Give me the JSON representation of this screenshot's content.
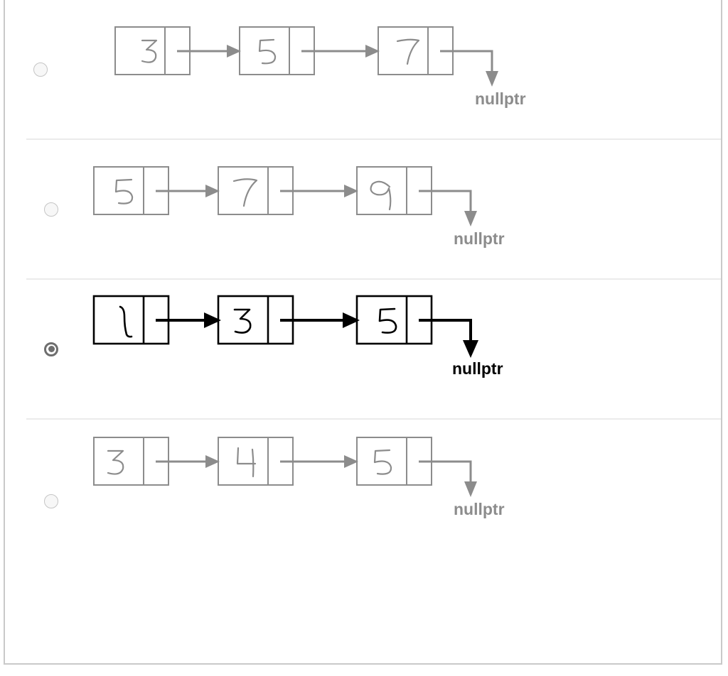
{
  "question": {
    "type": "multiple-choice",
    "selected_index": 2
  },
  "colors": {
    "unselected_stroke": "#8c8c8c",
    "selected_stroke": "#000000",
    "panel_border": "#c9c9c9",
    "row_divider": "#ebebeb",
    "radio_unselected_border": "#c5c5c5",
    "radio_unselected_fill": "#f7f7f7",
    "radio_selected": "#6e6e6e",
    "page_background": "#ffffff"
  },
  "options": [
    {
      "id": "option-a",
      "selected": false,
      "radio_state": "unselected",
      "terminator_label": "nullptr",
      "nodes": [
        {
          "value": "3",
          "glyph": "handwritten-3"
        },
        {
          "value": "5",
          "glyph": "handwritten-5"
        },
        {
          "value": "7",
          "glyph": "handwritten-7"
        }
      ]
    },
    {
      "id": "option-b",
      "selected": false,
      "radio_state": "unselected",
      "terminator_label": "nullptr",
      "nodes": [
        {
          "value": "5",
          "glyph": "handwritten-5"
        },
        {
          "value": "7",
          "glyph": "handwritten-7"
        },
        {
          "value": "9",
          "glyph": "handwritten-9"
        }
      ]
    },
    {
      "id": "option-c",
      "selected": true,
      "radio_state": "selected",
      "terminator_label": "nullptr",
      "nodes": [
        {
          "value": "1",
          "glyph": "handwritten-1"
        },
        {
          "value": "3",
          "glyph": "handwritten-3"
        },
        {
          "value": "5",
          "glyph": "handwritten-5"
        }
      ]
    },
    {
      "id": "option-d",
      "selected": false,
      "radio_state": "unselected",
      "terminator_label": "nullptr",
      "nodes": [
        {
          "value": "3",
          "glyph": "handwritten-3"
        },
        {
          "value": "4",
          "glyph": "handwritten-4"
        },
        {
          "value": "5",
          "glyph": "handwritten-5"
        }
      ]
    }
  ]
}
